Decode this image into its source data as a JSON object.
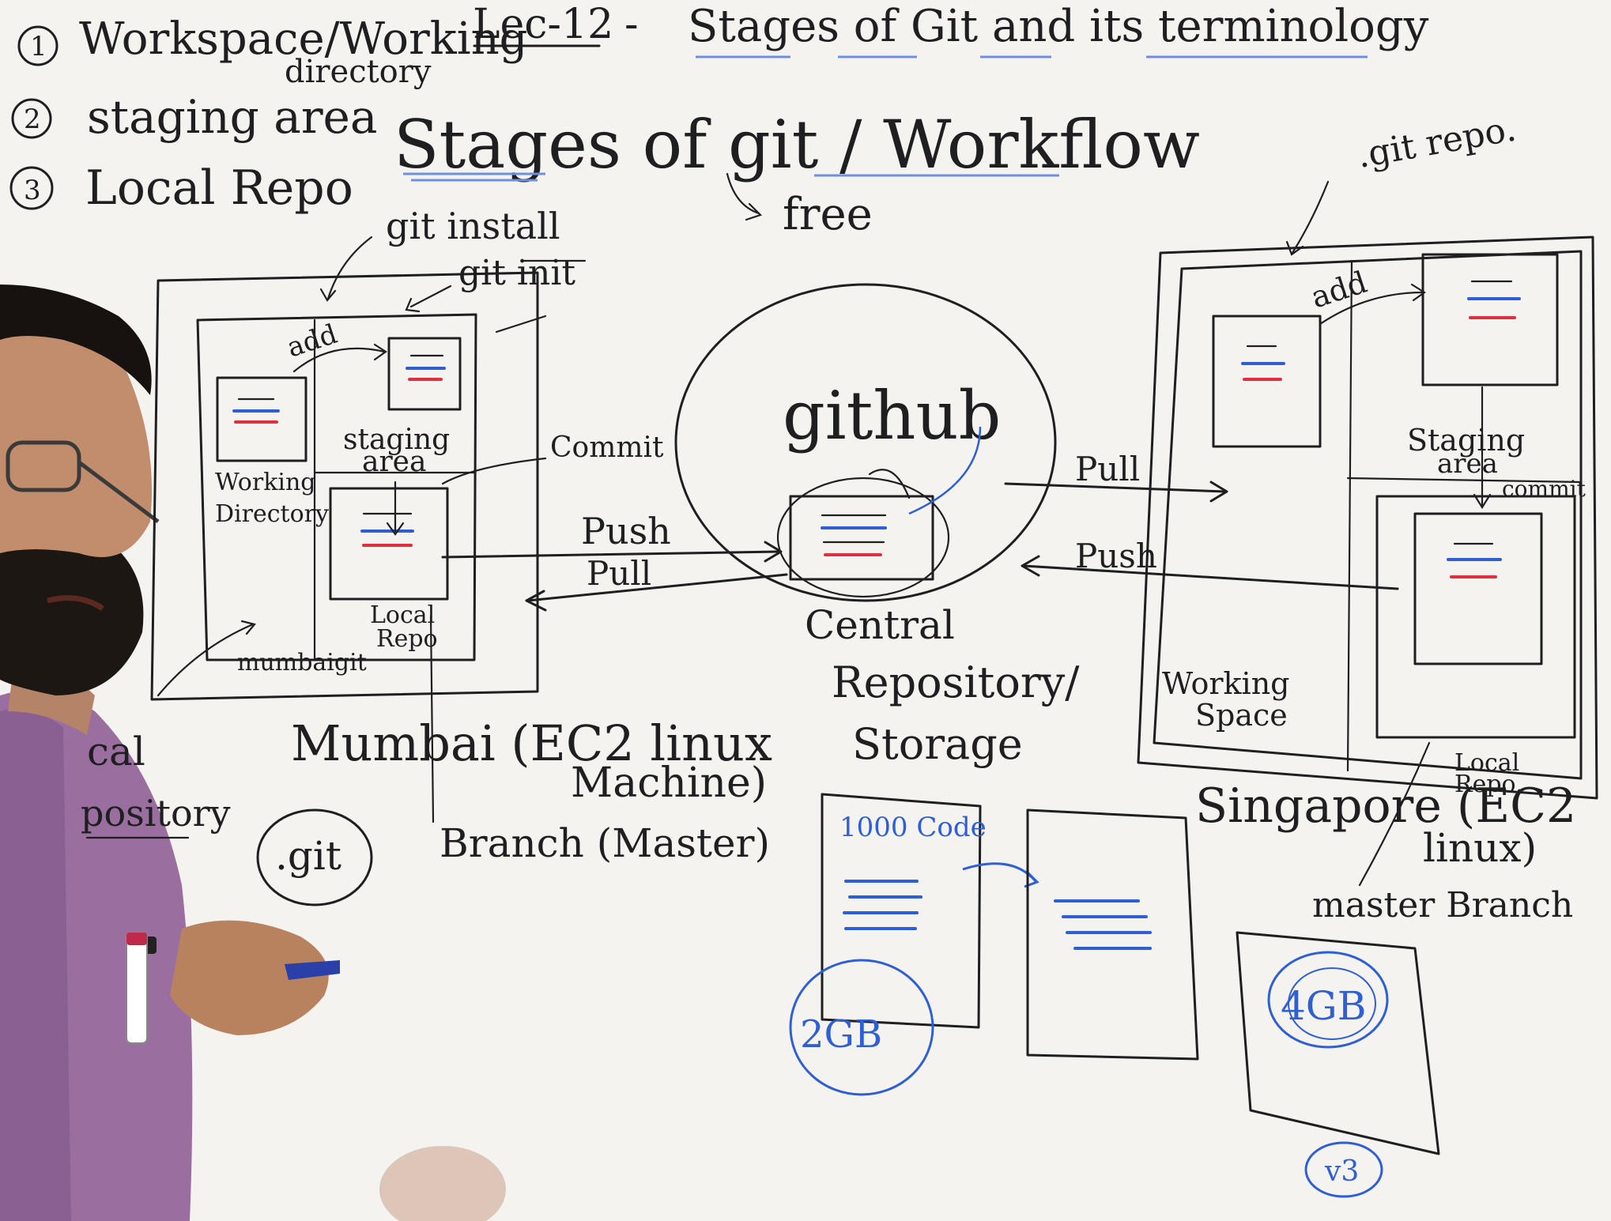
{
  "board": {
    "title": {
      "lecture": "Lec-12",
      "dash": "-",
      "topic": "Stages of Git and its terminology"
    },
    "list": {
      "item1_num": "1",
      "item1_line1": "Workspace/Working",
      "item1_line2": "directory",
      "item2_num": "2",
      "item2": "staging area",
      "item3_num": "3",
      "item3": "Local Repo"
    },
    "heading": {
      "text": "Stages of git / Workflow",
      "free": "free"
    },
    "left_machine": {
      "git_install": "git install",
      "git_init": "git init",
      "add": "add",
      "staging_line1": "staging",
      "staging_line2": "area",
      "working_line1": "Working",
      "working_line2": "Directory",
      "local_line1": "Local",
      "local_line2": "Repo",
      "folder": "mumbaigit",
      "commit": "Commit",
      "machine_line1": "Mumbai (EC2 linux",
      "machine_line2": "Machine)",
      "branch": "Branch (Master)",
      "side_line1": "cal",
      "side_line2": "pository",
      "dotgit": ".git"
    },
    "central": {
      "name": "github",
      "push": "Push",
      "pull": "Pull",
      "label_line1": "Central",
      "label_line2": "Repository/",
      "label_line3": "Storage"
    },
    "right_machine": {
      "git_repo": ".git repo.",
      "add": "add",
      "staging_line1": "Staging",
      "staging_line2": "area",
      "commit": "commit",
      "working_line1": "Working",
      "working_line2": "Space",
      "local_line1": "Local",
      "local_line2": "Repo.",
      "pull": "Pull",
      "push": "Push",
      "machine_line1": "Singapore (EC2",
      "machine_line2": "linux)",
      "branch": "master Branch"
    },
    "storage": {
      "code": "1000 Code",
      "size1": "2GB",
      "size2": "4GB",
      "version": "v3"
    }
  }
}
